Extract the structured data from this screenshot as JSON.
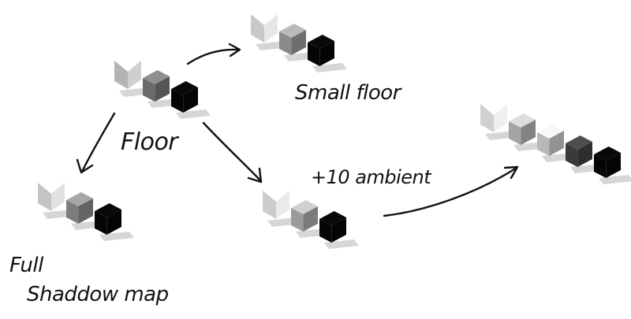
{
  "labels": {
    "floor": "Floor",
    "small_floor": "Small floor",
    "ambient": "+10 ambient",
    "full_shadow_line1": "Full",
    "full_shadow_line2": "Shaddow map"
  },
  "groups": [
    {
      "id": "source",
      "cubes": [
        {
          "kind": "folded-card",
          "shade": "#b4b4b4"
        },
        {
          "kind": "cube",
          "shade": "#6a6a6a"
        },
        {
          "kind": "cube",
          "shade": "#050505"
        }
      ]
    },
    {
      "id": "small-floor",
      "cubes": [
        {
          "kind": "folded-card",
          "shade": "#c8c8c8"
        },
        {
          "kind": "cube",
          "shade": "#8a8a8a"
        },
        {
          "kind": "cube",
          "shade": "#050505"
        }
      ]
    },
    {
      "id": "full-shadow",
      "cubes": [
        {
          "kind": "folded-card",
          "shade": "#c4c4c4"
        },
        {
          "kind": "cube",
          "shade": "#7c7c7c"
        },
        {
          "kind": "cube",
          "shade": "#050505"
        }
      ]
    },
    {
      "id": "ambient",
      "cubes": [
        {
          "kind": "folded-card",
          "shade": "#cccccc"
        },
        {
          "kind": "cube",
          "shade": "#9a9a9a"
        },
        {
          "kind": "cube",
          "shade": "#050505"
        }
      ]
    },
    {
      "id": "final",
      "cubes": [
        {
          "kind": "folded-card",
          "shade": "#d0d0d0"
        },
        {
          "kind": "cube",
          "shade": "#a4a4a4"
        },
        {
          "kind": "cube",
          "shade": "#b8b8b8"
        },
        {
          "kind": "cube",
          "shade": "#3a3a3a"
        },
        {
          "kind": "cube",
          "shade": "#050505"
        }
      ]
    }
  ]
}
